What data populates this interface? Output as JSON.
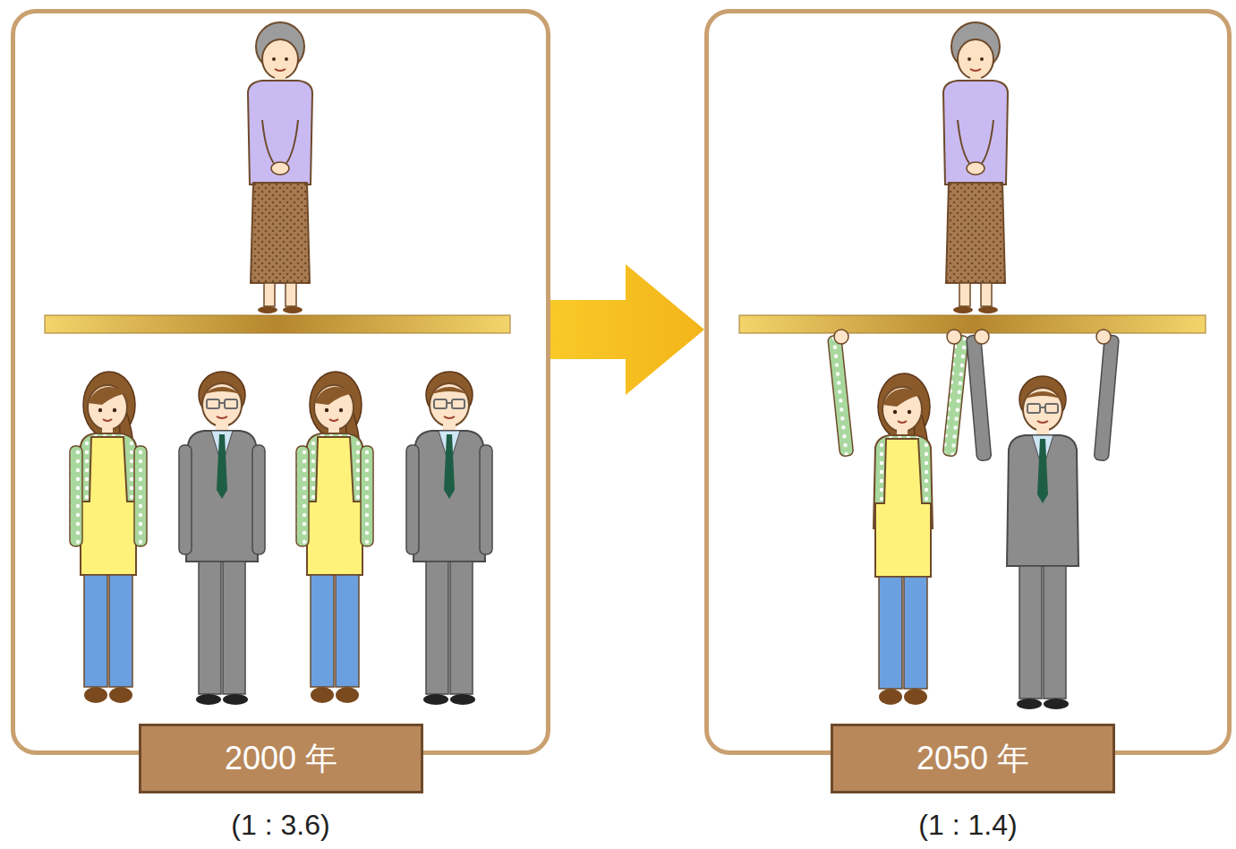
{
  "diagram": {
    "nodes": [
      {
        "text": [
          "(1 : 3.6)"
        ]
      },
      {
        "text": [
          "2000 年"
        ],
        "in": 0
      },
      {
        "text": [
          "(1 : 1.4)"
        ]
      },
      {
        "text": [
          "2050 年"
        ],
        "in": 2
      }
    ],
    "edges": [
      {
        "from": 0,
        "to": 2,
        "arrow": "to"
      }
    ]
  }
}
